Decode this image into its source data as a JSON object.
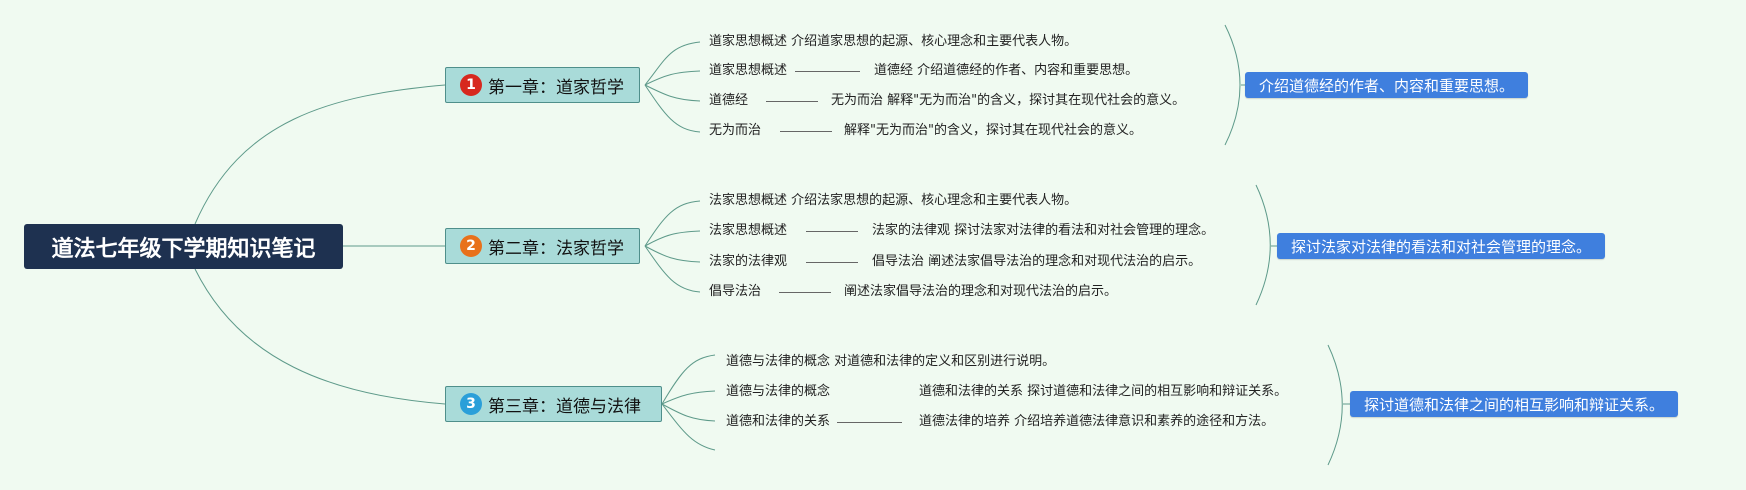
{
  "root": {
    "title": "道法七年级下学期知识笔记"
  },
  "colors": {
    "background": "#f0faf1",
    "root": "#1e3150",
    "chapter": "#a9dbd9",
    "summary": "#3f7fde",
    "badge1": "#d7281e",
    "badge2": "#e8711b",
    "badge3": "#2a9fd9"
  },
  "chapters": [
    {
      "number": "1",
      "title": "第一章：道家哲学",
      "summary": "介绍道德经的作者、内容和重要思想。",
      "leaves": [
        {
          "left": "道家思想概述 介绍道家思想的起源、核心理念和主要代表人物。",
          "right": ""
        },
        {
          "left": "道家思想概述",
          "right": "道德经 介绍道德经的作者、内容和重要思想。"
        },
        {
          "left": "道德经",
          "right": "无为而治 解释\"无为而治\"的含义，探讨其在现代社会的意义。"
        },
        {
          "left": "无为而治",
          "right": "解释\"无为而治\"的含义，探讨其在现代社会的意义。"
        }
      ]
    },
    {
      "number": "2",
      "title": "第二章：法家哲学",
      "summary": "探讨法家对法律的看法和对社会管理的理念。",
      "leaves": [
        {
          "left": "法家思想概述 介绍法家思想的起源、核心理念和主要代表人物。",
          "right": ""
        },
        {
          "left": "法家思想概述",
          "right": "法家的法律观 探讨法家对法律的看法和对社会管理的理念。"
        },
        {
          "left": "法家的法律观",
          "right": "倡导法治 阐述法家倡导法治的理念和对现代法治的启示。"
        },
        {
          "left": "倡导法治",
          "right": "阐述法家倡导法治的理念和对现代法治的启示。"
        }
      ]
    },
    {
      "number": "3",
      "title": "第三章：道德与法律",
      "summary": "探讨道德和法律之间的相互影响和辩证关系。",
      "leaves": [
        {
          "left": "道德与法律的概念 对道德和法律的定义和区别进行说明。",
          "right": ""
        },
        {
          "left": "道德与法律的概念",
          "right": "道德和法律的关系 探讨道德和法律之间的相互影响和辩证关系。"
        },
        {
          "left": "道德和法律的关系",
          "right": "道德法律的培养 介绍培养道德法律意识和素养的途径和方法。"
        }
      ]
    }
  ]
}
